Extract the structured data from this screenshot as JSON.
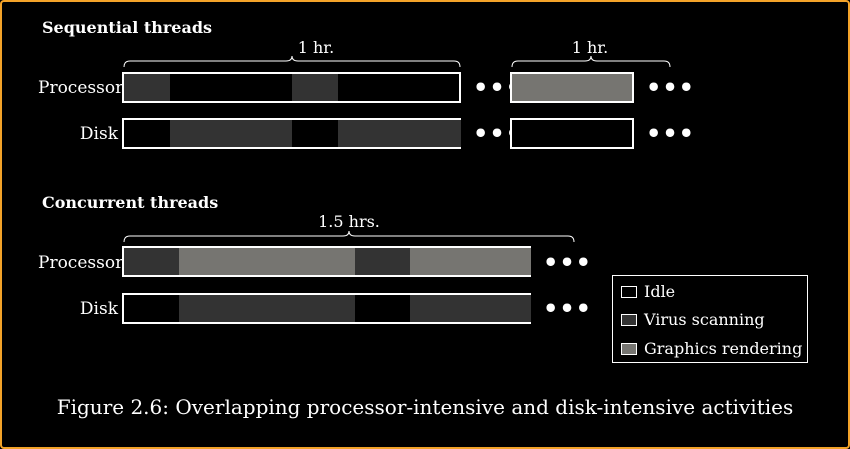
{
  "sequential": {
    "heading": "Sequential threads",
    "brace1": "1 hr.",
    "brace2": "1 hr.",
    "processor_label": "Processor",
    "disk_label": "Disk",
    "ellipsis": "•••"
  },
  "concurrent": {
    "heading": "Concurrent threads",
    "brace": "1.5 hrs.",
    "processor_label": "Processor",
    "disk_label": "Disk",
    "ellipsis": "•••"
  },
  "legend": {
    "items": [
      {
        "label": "Idle",
        "color": "#000000"
      },
      {
        "label": "Virus scanning",
        "color": "#333333"
      },
      {
        "label": "Graphics rendering",
        "color": "#767571"
      }
    ]
  },
  "caption": "Figure 2.6: Overlapping processor-intensive and disk-intensive activities"
}
